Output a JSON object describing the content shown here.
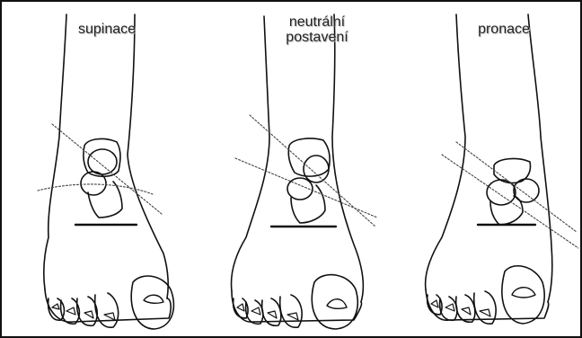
{
  "figure": {
    "labels": {
      "supinace": "supinace",
      "neutral_line1": "neutrální",
      "neutral_line2": "postavení",
      "pronace": "pronace"
    },
    "colors": {
      "ink": "#111111",
      "guide": "#444444",
      "background": "#ffffff"
    }
  }
}
